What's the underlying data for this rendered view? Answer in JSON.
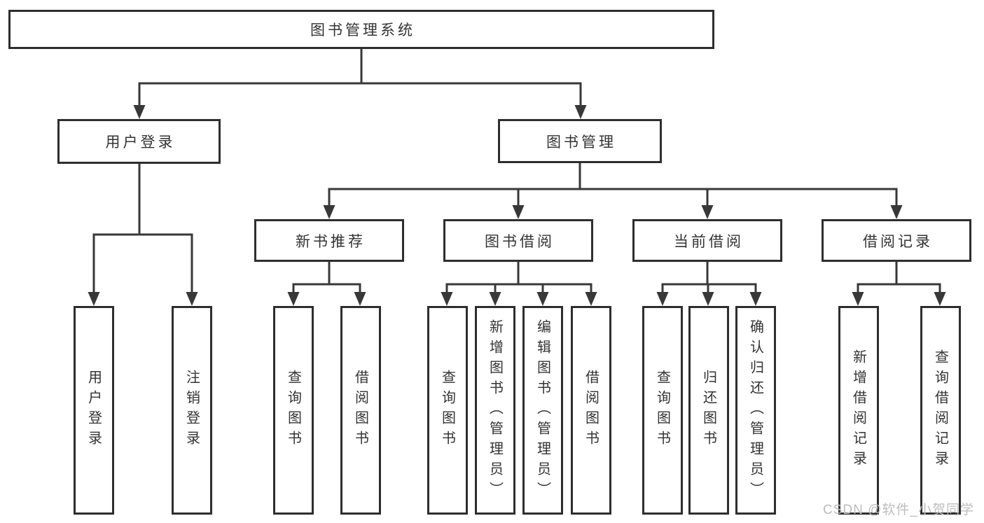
{
  "diagram": {
    "root": {
      "label": "图书管理系统"
    },
    "level2": [
      {
        "label": "用户登录"
      },
      {
        "label": "图书管理"
      }
    ],
    "level3": [
      {
        "label": "新书推荐"
      },
      {
        "label": "图书借阅"
      },
      {
        "label": "当前借阅"
      },
      {
        "label": "借阅记录"
      }
    ],
    "leaves": {
      "login": [
        "用户登录",
        "注销登录"
      ],
      "newbook": [
        "查询图书",
        "借阅图书"
      ],
      "borrow": [
        "查询图书",
        "新增图书（管理员）",
        "编辑图书（管理员）",
        "借阅图书"
      ],
      "current": [
        "查询图书",
        "归还图书",
        "确认归还（管理员）"
      ],
      "records": [
        "新增借阅记录",
        "查询借阅记录"
      ]
    }
  },
  "watermark": {
    "text": "CSDN @软件_小贺同学"
  },
  "palette": {
    "background": "#ffffff",
    "line": "#383838",
    "box_border": "#2e2e2e",
    "text": "#333333",
    "watermark": "#bdbdbd"
  }
}
